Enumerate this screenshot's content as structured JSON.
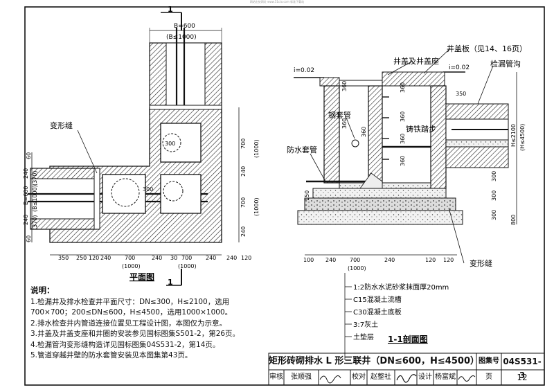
{
  "header": {
    "note": "网站出处网址 www.51cto.com  标准下载站"
  },
  "plan": {
    "section_mark": "1",
    "title": "平面图",
    "bw_top": "B=600",
    "bw_top2": "(B≤1000)",
    "deform_label": "变形缝",
    "pipe_300a": "300",
    "pipe_300b": "300",
    "dims_left": [
      "60",
      "240",
      "(370)",
      "B=600",
      "(B≤1000)",
      "240",
      "(370)",
      "60"
    ],
    "dims_right": [
      "700",
      "(1000)",
      "240",
      "700",
      "(1000)",
      "240"
    ],
    "dims_bottom": [
      "350",
      "250",
      "120",
      "240",
      "700",
      "(1000)",
      "240",
      "700",
      "(1000)",
      "240",
      "240",
      "120"
    ],
    "dim_30": "30"
  },
  "section": {
    "title": "1-1剖面图",
    "slope_left": "i=0.02",
    "slope_right": "i=0.02",
    "cover_plate": "井盖板（见14、16页）",
    "cover_seat": "井盖及井盖座",
    "leak_ditch": "检漏管沟",
    "steel_sleeve": "钢套管",
    "step": "铸铁踏步",
    "waterproof_sleeve": "防水套管",
    "deform_joint": "变形缝",
    "dims_inner": [
      "360",
      "360",
      "360",
      "360",
      "360",
      "360",
      "360"
    ],
    "d_350": "350",
    "d_150": "150",
    "h_label": "H≤2100",
    "h_label2": "(H≤4500)",
    "dims_right": [
      "300",
      "300",
      "300",
      "800"
    ],
    "dims_bottom": [
      "100",
      "240",
      "700",
      "(1000)",
      "240",
      "120",
      "120"
    ],
    "materials": [
      "1:2防水水泥砂浆抹面厚20mm",
      "C15混凝土流槽",
      "C30混凝土底板",
      "3:7灰土",
      "土垫层"
    ]
  },
  "notes": {
    "title": "说明：",
    "items": [
      "1.检漏井及排水检查井平面尺寸：DN≤300，H≤2100，选用",
      "700×700；200≤DN≤600，H≤4500，选用1000×1000。",
      "2.排水检查井内管道连接位置见工程设计图，本图仅为示意。",
      "3.井盖及井盖支座和井圈的安装参见国标图集S501-2，第26页。",
      "4.检漏管沟变形缝构造详见国标图集04S531-2，第14页。",
      "5.管道穿越井壁的防水套管安装见本图集第43页。"
    ]
  },
  "title_block": {
    "title": "矩形砖砌排水 L 形三联井（DN≤600，H≤4500）",
    "atlas_label": "图集号",
    "atlas_no": "04S531-3",
    "review_label": "审核",
    "reviewer": "张顺强",
    "check_label": "校对",
    "checker": "赵整社",
    "design_label": "设计",
    "designer": "杨富斌",
    "page_label": "页",
    "page_no": "12"
  }
}
